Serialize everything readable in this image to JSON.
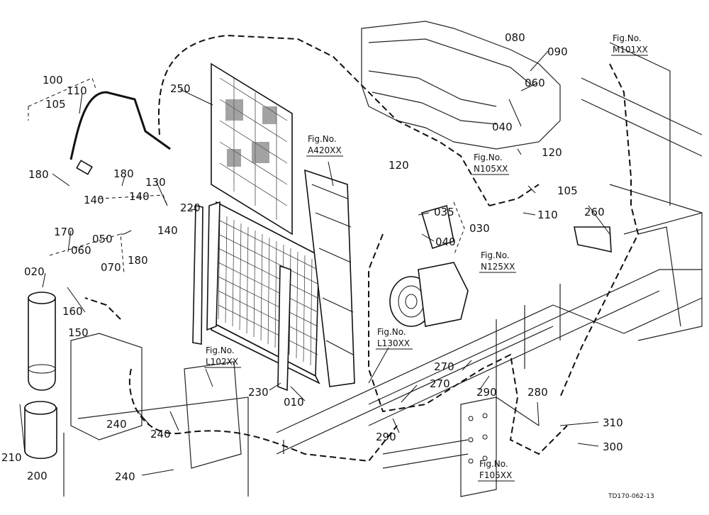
{
  "labels": {
    "l100": "100",
    "l110a": "110",
    "l105a": "105",
    "l180a": "180",
    "l180b": "180",
    "l180c": "180",
    "l130": "130",
    "l140a": "140",
    "l140b": "140",
    "l140c": "140",
    "l170": "170",
    "l050": "050",
    "l060a": "060",
    "l070": "070",
    "l020": "020",
    "l160": "160",
    "l150": "150",
    "l250": "250",
    "l220": "220",
    "l230": "230",
    "l010": "010",
    "l240a": "240",
    "l240b": "240",
    "l240c": "240",
    "l210": "210",
    "l200": "200",
    "l080": "080",
    "l090": "090",
    "l060b": "060",
    "l040a": "040",
    "l120a": "120",
    "l120b": "120",
    "l105b": "105",
    "l110b": "110",
    "l035": "035",
    "l030": "030",
    "l040b": "040",
    "l260": "260",
    "l270a": "270",
    "l270b": "270",
    "l290a": "290",
    "l290b": "290",
    "l280": "280",
    "l310": "310",
    "l300": "300"
  },
  "figs": {
    "m101_label": "Fig.No.",
    "m101_code": "M101XX",
    "a420_label": "Fig.No.",
    "a420_code": "A420XX",
    "n105_label": "Fig.No.",
    "n105_code": "N105XX",
    "n125_label": "Fig.No.",
    "n125_code": "N125XX",
    "l130_label": "Fig.No.",
    "l130_code": "L130XX",
    "l102_label": "Fig.No.",
    "l102_code": "L102XX",
    "f105_label": "Fig.No.",
    "f105_code": "F105XX"
  },
  "drawing_code": "TD170-062-13"
}
